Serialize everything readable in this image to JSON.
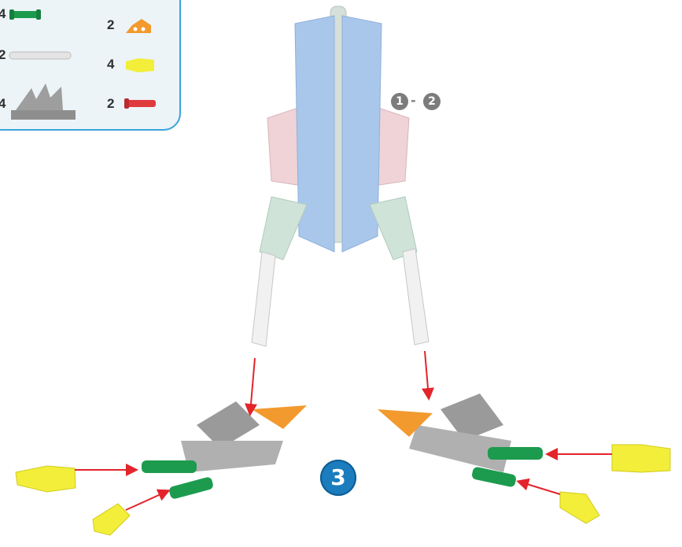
{
  "parts_panel": {
    "items": [
      {
        "qty": "4",
        "icon": "green-connector-icon",
        "color": "#1c9b4e"
      },
      {
        "qty": "2",
        "icon": "orange-wedge-icon",
        "color": "#f29a2e"
      },
      {
        "qty": "2",
        "icon": "white-rod-icon",
        "color": "#d9d9d9"
      },
      {
        "qty": "4",
        "icon": "yellow-clip-icon",
        "color": "#f2ee3a"
      },
      {
        "qty": "4",
        "icon": "gray-gear-plate-icon",
        "color": "#8e8e8e"
      },
      {
        "qty": "2",
        "icon": "red-connector-icon",
        "color": "#e0393e"
      }
    ]
  },
  "sub_steps": {
    "first": "1",
    "separator": "-",
    "second": "2"
  },
  "step": {
    "number": "3"
  },
  "colors": {
    "panel_border": "#39a6d9",
    "arrow": "#e3242b",
    "badge": "#1b7cbe",
    "blue_parts": "#a9c7ea",
    "pink_parts": "#efd3d6",
    "mint_parts": "#cfe3d8"
  }
}
